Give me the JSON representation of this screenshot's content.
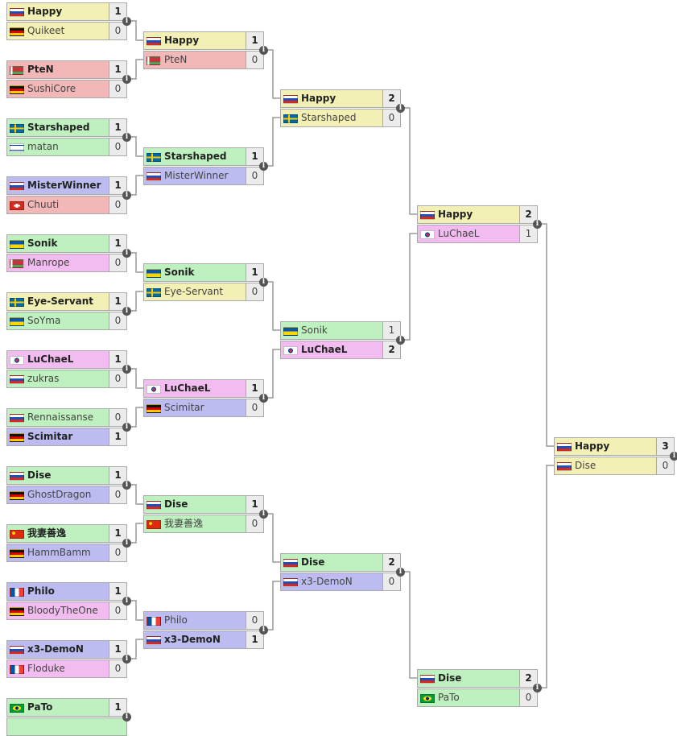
{
  "colors": {
    "yellow": "#f2f0b4",
    "pink": "#f2b8b8",
    "green": "#bff0bf",
    "purple": "#bcbcf0",
    "magenta": "#f2bcf0",
    "connector": "#9a9a9a",
    "score_bg": "#ececec",
    "info_icon": "#555555"
  },
  "info_icon_glyph": "i",
  "rounds": [
    {
      "name": "round-1",
      "matches": [
        {
          "p1": {
            "name": "Happy",
            "flag": "ru",
            "score": "1",
            "color": "yellow",
            "winner": true
          },
          "p2": {
            "name": "Quikeet",
            "flag": "de",
            "score": "0",
            "color": "yellow",
            "winner": false
          }
        },
        {
          "p1": {
            "name": "PteN",
            "flag": "by",
            "score": "1",
            "color": "pink",
            "winner": true
          },
          "p2": {
            "name": "SushiCore",
            "flag": "de",
            "score": "0",
            "color": "pink",
            "winner": false
          }
        },
        {
          "p1": {
            "name": "Starshaped",
            "flag": "se",
            "score": "1",
            "color": "green",
            "winner": true
          },
          "p2": {
            "name": "matan",
            "flag": "il",
            "score": "0",
            "color": "green",
            "winner": false
          }
        },
        {
          "p1": {
            "name": "MisterWinner",
            "flag": "ru",
            "score": "1",
            "color": "purple",
            "winner": true
          },
          "p2": {
            "name": "Chuuti",
            "flag": "ch",
            "score": "0",
            "color": "pink",
            "winner": false
          }
        },
        {
          "p1": {
            "name": "Sonik",
            "flag": "ua",
            "score": "1",
            "color": "green",
            "winner": true
          },
          "p2": {
            "name": "Manrope",
            "flag": "by",
            "score": "0",
            "color": "magenta",
            "winner": false
          }
        },
        {
          "p1": {
            "name": "Eye-Servant",
            "flag": "se",
            "score": "1",
            "color": "yellow",
            "winner": true
          },
          "p2": {
            "name": "SoYma",
            "flag": "ua",
            "score": "0",
            "color": "green",
            "winner": false
          }
        },
        {
          "p1": {
            "name": "LuChaeL",
            "flag": "kr",
            "score": "1",
            "color": "magenta",
            "winner": true
          },
          "p2": {
            "name": "zukras",
            "flag": "ru",
            "score": "0",
            "color": "green",
            "winner": false
          }
        },
        {
          "p1": {
            "name": "Rennaissanse",
            "flag": "ru",
            "score": "0",
            "color": "green",
            "winner": false
          },
          "p2": {
            "name": "Scimitar",
            "flag": "de",
            "score": "1",
            "color": "purple",
            "winner": true
          }
        },
        {
          "p1": {
            "name": "Dise",
            "flag": "ru",
            "score": "1",
            "color": "green",
            "winner": true
          },
          "p2": {
            "name": "GhostDragon",
            "flag": "de",
            "score": "0",
            "color": "purple",
            "winner": false
          }
        },
        {
          "p1": {
            "name": "我妻善逸",
            "flag": "cn",
            "score": "1",
            "color": "green",
            "winner": true
          },
          "p2": {
            "name": "HammBamm",
            "flag": "de",
            "score": "0",
            "color": "purple",
            "winner": false
          }
        },
        {
          "p1": {
            "name": "Philo",
            "flag": "fr",
            "score": "1",
            "color": "purple",
            "winner": true
          },
          "p2": {
            "name": "BloodyTheOne",
            "flag": "de",
            "score": "0",
            "color": "magenta",
            "winner": false
          }
        },
        {
          "p1": {
            "name": "x3-DemoN",
            "flag": "ru",
            "score": "1",
            "color": "purple",
            "winner": true
          },
          "p2": {
            "name": "Floduke",
            "flag": "fr",
            "score": "0",
            "color": "magenta",
            "winner": false
          }
        },
        {
          "p1": {
            "name": "PaTo",
            "flag": "br",
            "score": "1",
            "color": "green",
            "winner": true
          },
          "p2": {
            "name": "",
            "flag": "",
            "score": "",
            "color": "green",
            "winner": false
          }
        }
      ]
    },
    {
      "name": "round-2",
      "matches": [
        {
          "p1": {
            "name": "Happy",
            "flag": "ru",
            "score": "1",
            "color": "yellow",
            "winner": true
          },
          "p2": {
            "name": "PteN",
            "flag": "by",
            "score": "0",
            "color": "pink",
            "winner": false
          }
        },
        {
          "p1": {
            "name": "Starshaped",
            "flag": "se",
            "score": "1",
            "color": "green",
            "winner": true
          },
          "p2": {
            "name": "MisterWinner",
            "flag": "ru",
            "score": "0",
            "color": "purple",
            "winner": false
          }
        },
        {
          "p1": {
            "name": "Sonik",
            "flag": "ua",
            "score": "1",
            "color": "green",
            "winner": true
          },
          "p2": {
            "name": "Eye-Servant",
            "flag": "se",
            "score": "0",
            "color": "yellow",
            "winner": false
          }
        },
        {
          "p1": {
            "name": "LuChaeL",
            "flag": "kr",
            "score": "1",
            "color": "magenta",
            "winner": true
          },
          "p2": {
            "name": "Scimitar",
            "flag": "de",
            "score": "0",
            "color": "purple",
            "winner": false
          }
        },
        {
          "p1": {
            "name": "Dise",
            "flag": "ru",
            "score": "1",
            "color": "green",
            "winner": true
          },
          "p2": {
            "name": "我妻善逸",
            "flag": "cn",
            "score": "0",
            "color": "green",
            "winner": false
          }
        },
        {
          "p1": {
            "name": "Philo",
            "flag": "fr",
            "score": "0",
            "color": "purple",
            "winner": false
          },
          "p2": {
            "name": "x3-DemoN",
            "flag": "ru",
            "score": "1",
            "color": "purple",
            "winner": true
          }
        }
      ]
    },
    {
      "name": "round-3",
      "matches": [
        {
          "p1": {
            "name": "Happy",
            "flag": "ru",
            "score": "2",
            "color": "yellow",
            "winner": true
          },
          "p2": {
            "name": "Starshaped",
            "flag": "se",
            "score": "0",
            "color": "yellow",
            "winner": false
          }
        },
        {
          "p1": {
            "name": "Sonik",
            "flag": "ua",
            "score": "1",
            "color": "green",
            "winner": false
          },
          "p2": {
            "name": "LuChaeL",
            "flag": "kr",
            "score": "2",
            "color": "magenta",
            "winner": true
          }
        },
        {
          "p1": {
            "name": "Dise",
            "flag": "ru",
            "score": "2",
            "color": "green",
            "winner": true
          },
          "p2": {
            "name": "x3-DemoN",
            "flag": "ru",
            "score": "0",
            "color": "purple",
            "winner": false
          }
        }
      ]
    },
    {
      "name": "round-4",
      "matches": [
        {
          "p1": {
            "name": "Happy",
            "flag": "ru",
            "score": "2",
            "color": "yellow",
            "winner": true
          },
          "p2": {
            "name": "LuChaeL",
            "flag": "kr",
            "score": "1",
            "color": "magenta",
            "winner": false
          }
        },
        {
          "p1": {
            "name": "Dise",
            "flag": "ru",
            "score": "2",
            "color": "green",
            "winner": true
          },
          "p2": {
            "name": "PaTo",
            "flag": "br",
            "score": "0",
            "color": "green",
            "winner": false
          }
        }
      ]
    },
    {
      "name": "round-5",
      "matches": [
        {
          "p1": {
            "name": "Happy",
            "flag": "ru",
            "score": "3",
            "color": "yellow",
            "winner": true
          },
          "p2": {
            "name": "Dise",
            "flag": "ru",
            "score": "0",
            "color": "yellow",
            "winner": false
          }
        }
      ]
    }
  ]
}
